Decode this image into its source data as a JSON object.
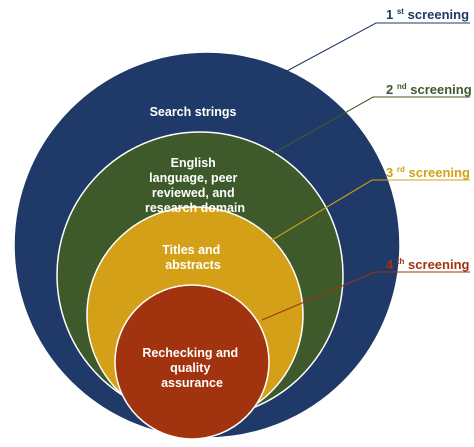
{
  "colors": {
    "stage1": "#1f3a68",
    "stage2": "#3e5a2a",
    "stage3": "#d4a017",
    "stage4": "#a2330f",
    "label1": "#1f3a68",
    "label2": "#3e5a2a",
    "label3": "#d4a017",
    "label4": "#a2330f",
    "circle_text": "#ffffff",
    "outline": "#ffffff"
  },
  "stages": [
    {
      "id": "1",
      "screening_num": "1",
      "screening_sup": "st",
      "screening_word": " screening",
      "lines": [
        "Search strings"
      ]
    },
    {
      "id": "2",
      "screening_num": "2",
      "screening_sup": "nd",
      "screening_word": " screening",
      "lines": [
        "English",
        "language, peer",
        "reviewed, and",
        "research domain"
      ]
    },
    {
      "id": "3",
      "screening_num": "3",
      "screening_sup": "rd",
      "screening_word": " screening",
      "lines": [
        "Titles and",
        "abstracts"
      ]
    },
    {
      "id": "4",
      "screening_num": "4",
      "screening_sup": "th",
      "screening_word": " screening",
      "lines": [
        "Rechecking and",
        "quality",
        "assurance"
      ]
    }
  ]
}
